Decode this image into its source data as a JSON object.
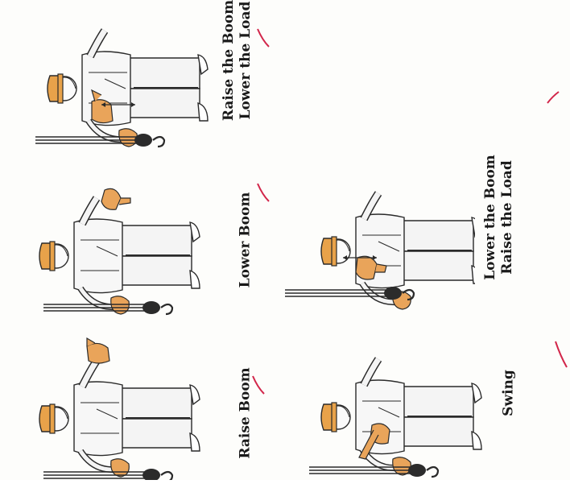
{
  "signals": [
    {
      "id": "raise-boom",
      "lines": [
        "Raise Boom"
      ]
    },
    {
      "id": "lower-boom",
      "lines": [
        "Lower Boom"
      ]
    },
    {
      "id": "raise-boom-lower-load",
      "lines": [
        "Raise the Boom",
        "Lower the Load"
      ]
    },
    {
      "id": "swing",
      "lines": [
        "Swing"
      ]
    },
    {
      "id": "lower-boom-raise-load",
      "lines": [
        "Lower the Boom",
        "Raise the Load"
      ]
    }
  ],
  "colors": {
    "hard_hat": "#e8a24a",
    "glove": "#e9a45a",
    "outline": "#2a2a2a",
    "hook_block": "#2b2b2b",
    "check_mark": "#d2264a"
  },
  "icons": [
    "worker-figure",
    "thumb-up-glove",
    "thumb-down-glove",
    "pointing-glove",
    "hook-block",
    "check-mark"
  ]
}
